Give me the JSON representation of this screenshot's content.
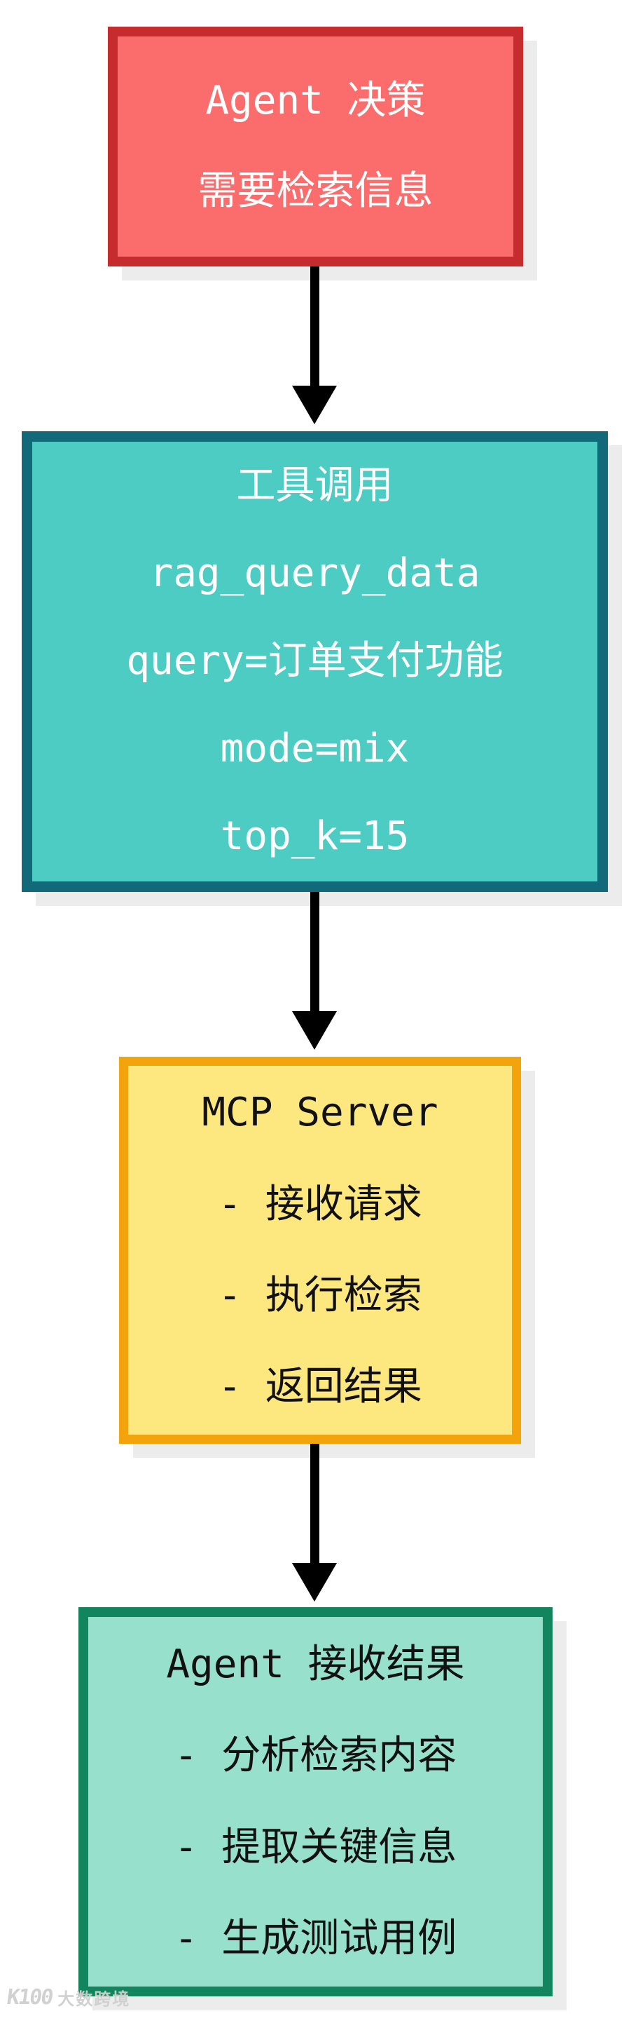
{
  "diagram": {
    "background": "#ffffff",
    "arrow_color": "#000000",
    "shadow_color": "#ececec",
    "boxes": [
      {
        "name": "agent-decision",
        "fill": "#fb6d6d",
        "border": "#c62b2e",
        "text_color": "#ffffff",
        "lines": [
          "Agent 决策",
          "需要检索信息"
        ]
      },
      {
        "name": "tool-call",
        "fill": "#4dccc3",
        "border": "#116979",
        "text_color": "#ffffff",
        "lines": [
          "工具调用",
          "rag_query_data",
          "query=订单支付功能",
          "mode=mix",
          "top_k=15"
        ]
      },
      {
        "name": "mcp-server",
        "fill": "#fde880",
        "border": "#f3a30c",
        "text_color": "#111111",
        "lines": [
          "MCP Server",
          "- 接收请求",
          "- 执行检索",
          "- 返回结果"
        ]
      },
      {
        "name": "agent-receives-result",
        "fill": "#97e1cc",
        "border": "#12855e",
        "text_color": "#111111",
        "lines": [
          "Agent 接收结果",
          "- 分析检索内容",
          "- 提取关键信息",
          "- 生成测试用例"
        ]
      }
    ]
  },
  "watermark": {
    "logo": "K100",
    "text": "大数跨境",
    "color": "#cfcfcf"
  }
}
